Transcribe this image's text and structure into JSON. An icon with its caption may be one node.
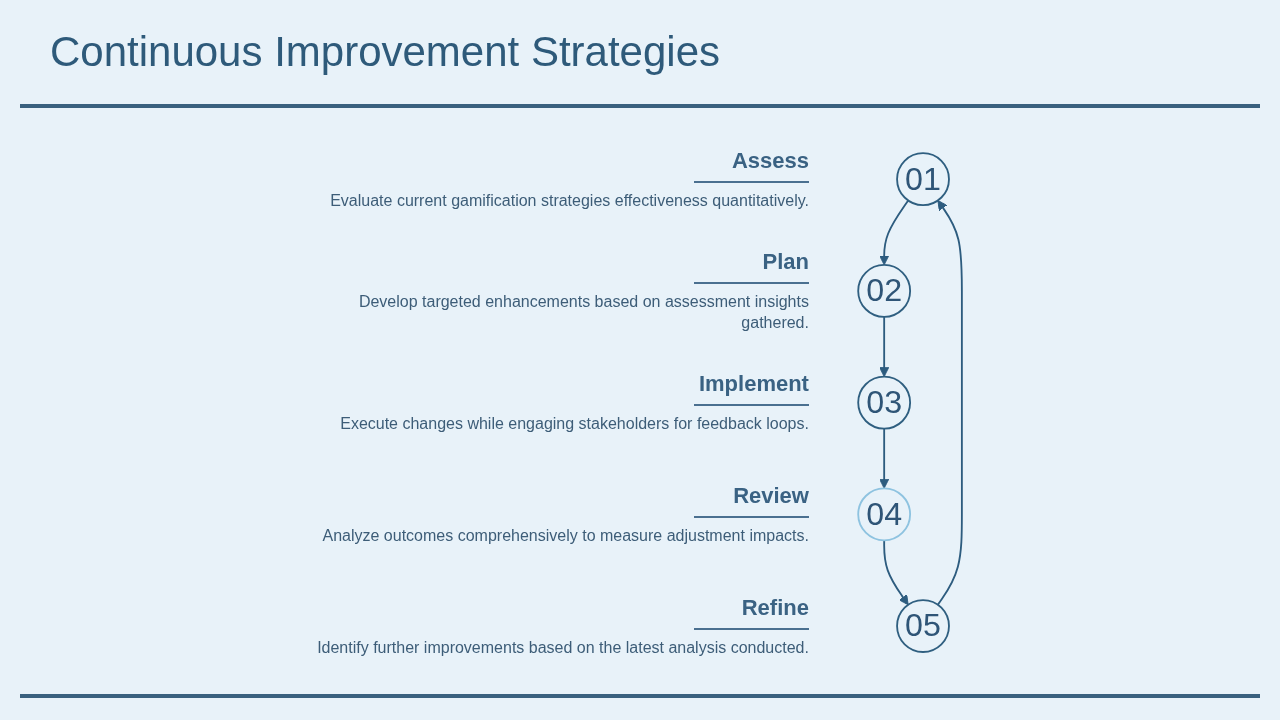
{
  "diagram": {
    "title": "Continuous Improvement Strategies",
    "nodes": [
      {
        "text": [
          "01"
        ],
        "beside": [
          "Assess",
          "Evaluate current gamification strategies effectiveness quantitatively."
        ]
      },
      {
        "text": [
          "02"
        ],
        "beside": [
          "Plan",
          "Develop targeted enhancements based on assessment insights gathered."
        ]
      },
      {
        "text": [
          "03"
        ],
        "beside": [
          "Implement",
          "Execute changes while engaging stakeholders for feedback loops."
        ]
      },
      {
        "text": [
          "04"
        ],
        "beside": [
          "Review",
          "Analyze outcomes comprehensively to measure adjustment impacts."
        ]
      },
      {
        "text": [
          "05"
        ],
        "beside": [
          "Refine",
          "Identify further improvements based on the latest analysis conducted."
        ]
      }
    ],
    "edges": [
      {
        "from": 0,
        "to": 1,
        "arrow": "to"
      },
      {
        "from": 1,
        "to": 2,
        "arrow": "to"
      },
      {
        "from": 2,
        "to": 3,
        "arrow": "to"
      },
      {
        "from": 3,
        "to": 4,
        "arrow": "to"
      },
      {
        "from": 4,
        "to": 0,
        "arrow": "to"
      }
    ]
  }
}
